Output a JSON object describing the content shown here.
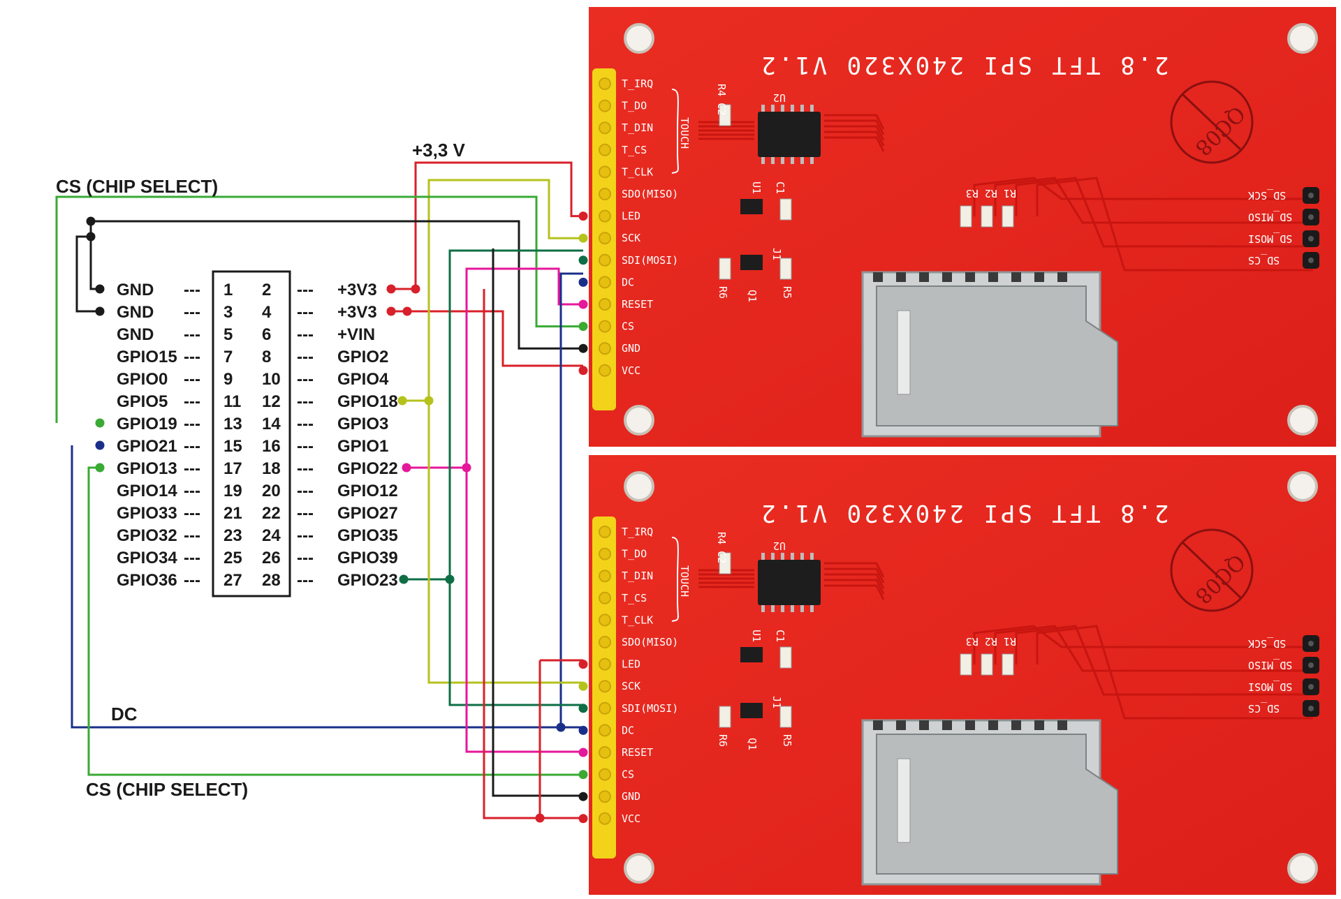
{
  "header_pins": {
    "left": [
      {
        "name": "GND",
        "num": "1"
      },
      {
        "name": "GND",
        "num": "3"
      },
      {
        "name": "GND",
        "num": "5"
      },
      {
        "name": "GPIO15",
        "num": "7"
      },
      {
        "name": "GPIO0",
        "num": "9"
      },
      {
        "name": "GPIO5",
        "num": "11"
      },
      {
        "name": "GPIO19",
        "num": "13"
      },
      {
        "name": "GPIO21",
        "num": "15"
      },
      {
        "name": "GPIO13",
        "num": "17"
      },
      {
        "name": "GPIO14",
        "num": "19"
      },
      {
        "name": "GPIO33",
        "num": "21"
      },
      {
        "name": "GPIO32",
        "num": "23"
      },
      {
        "name": "GPIO34",
        "num": "25"
      },
      {
        "name": "GPIO36",
        "num": "27"
      }
    ],
    "right": [
      {
        "name": "+3V3",
        "num": "2"
      },
      {
        "name": "+3V3",
        "num": "4"
      },
      {
        "name": "+VIN",
        "num": "6"
      },
      {
        "name": "GPIO2",
        "num": "8"
      },
      {
        "name": "GPIO4",
        "num": "10"
      },
      {
        "name": "GPIO18",
        "num": "12"
      },
      {
        "name": "GPIO3",
        "num": "14"
      },
      {
        "name": "GPIO1",
        "num": "16"
      },
      {
        "name": "GPIO22",
        "num": "18"
      },
      {
        "name": "GPIO12",
        "num": "20"
      },
      {
        "name": "GPIO27",
        "num": "22"
      },
      {
        "name": "GPIO35",
        "num": "24"
      },
      {
        "name": "GPIO39",
        "num": "26"
      },
      {
        "name": "GPIO23",
        "num": "28"
      }
    ],
    "dash": "---"
  },
  "labels": {
    "cs_top": "CS (CHIP SELECT)",
    "cs_bottom": "CS (CHIP SELECT)",
    "power": "+3,3 V",
    "dc": "DC"
  },
  "display": {
    "title": "2.8 TFT SPI 240X320 V1.2",
    "left_pins": [
      "T_IRQ",
      "T_DO",
      "T_DIN",
      "T_CS",
      "T_CLK",
      "SDO(MISO)",
      "LED",
      "SCK",
      "SDI(MOSI)",
      "DC",
      "RESET",
      "CS",
      "GND",
      "VCC"
    ],
    "touch": "TOUCH",
    "sd_pins": [
      "SD_SCK",
      "SD_MISO",
      "SD_MOSI",
      "SD_CS"
    ],
    "components": {
      "u1": "U1",
      "u2": "U2",
      "c1": "C1",
      "c2": "C2",
      "r1": "R1",
      "r2": "R2",
      "r3": "R3",
      "r4": "R4",
      "r5": "R5",
      "r6": "R6",
      "q1": "Q1",
      "j1": "J1"
    },
    "qc": "QC",
    "qc_num": "08"
  },
  "colors": {
    "pcb": "#e8241e",
    "pin": "#f2d31a",
    "red_wire": "#d8202a",
    "black_wire": "#1a1a1a",
    "green_wire": "#3aaa35",
    "dark_green_wire": "#0e6e45",
    "yellow_wire": "#b5c21c",
    "magenta_wire": "#e5179a",
    "blue_wire": "#1a2f8a"
  }
}
